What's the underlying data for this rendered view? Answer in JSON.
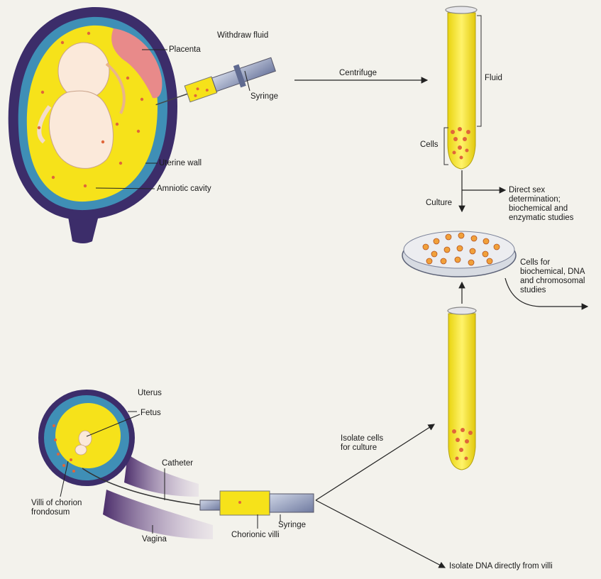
{
  "labels": {
    "withdraw_fluid": "Withdraw fluid",
    "placenta": "Placenta",
    "syringe_top": "Syringe",
    "centrifuge": "Centrifuge",
    "fluid": "Fluid",
    "cells": "Cells",
    "uterine_wall": "Uterine wall",
    "amniotic_cavity": "Amniotic cavity",
    "culture": "Culture",
    "direct_sex": "Direct sex\ndetermination;\nbiochemical and\nenzymatic studies",
    "cells_for": "Cells for\nbiochemical, DNA\nand chromosomal\nstudies",
    "uterus": "Uterus",
    "fetus": "Fetus",
    "catheter": "Catheter",
    "isolate_cells": "Isolate cells\nfor culture",
    "villi_chorion": "Villi of chorion\nfrondosum",
    "syringe_bottom": "Syringe",
    "chorionic_villi": "Chorionic villi",
    "vagina": "Vagina",
    "isolate_dna": "Isolate DNA directly from villi"
  },
  "colors": {
    "amniotic_fluid": "#f6e21a",
    "uterine_wall_outer": "#3c2d6a",
    "uterine_wall_inner": "#3f8fb6",
    "placenta": "#e88a8a",
    "cells": "#e0663a",
    "background": "#f3f2ec"
  }
}
